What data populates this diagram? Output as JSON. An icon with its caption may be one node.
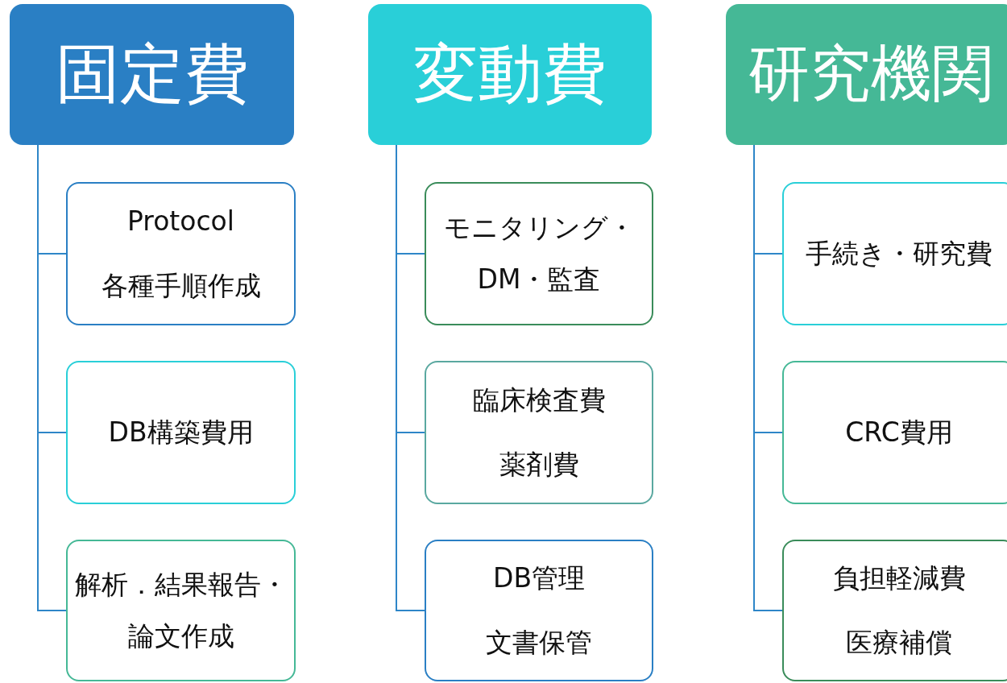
{
  "diagram": {
    "nodes": [
      {
        "text": [
          "固定費"
        ]
      },
      {
        "text": [
          "Protocol",
          "各種手順作成"
        ]
      },
      {
        "text": [
          "DB構築費用"
        ]
      },
      {
        "text": [
          "解析．結果報告・論文作成"
        ]
      },
      {
        "text": [
          "変動費"
        ]
      },
      {
        "text": [
          "モニタリング・DM・監査"
        ]
      },
      {
        "text": [
          "臨床検査費",
          "薬剤費"
        ]
      },
      {
        "text": [
          "DB管理",
          "文書保管"
        ]
      },
      {
        "text": [
          "研究機関"
        ]
      },
      {
        "text": [
          "手続き・研究費"
        ]
      },
      {
        "text": [
          "CRC費用"
        ]
      },
      {
        "text": [
          "負担軽減費",
          "医療補償"
        ]
      }
    ],
    "edges": [
      {
        "from": 0,
        "to": 1,
        "arrow": "none"
      },
      {
        "from": 0,
        "to": 2,
        "arrow": "none"
      },
      {
        "from": 0,
        "to": 3,
        "arrow": "none"
      },
      {
        "from": 4,
        "to": 5,
        "arrow": "none"
      },
      {
        "from": 4,
        "to": 6,
        "arrow": "none"
      },
      {
        "from": 4,
        "to": 7,
        "arrow": "none"
      },
      {
        "from": 8,
        "to": 9,
        "arrow": "none"
      },
      {
        "from": 8,
        "to": 10,
        "arrow": "none"
      },
      {
        "from": 8,
        "to": 11,
        "arrow": "none"
      }
    ]
  }
}
